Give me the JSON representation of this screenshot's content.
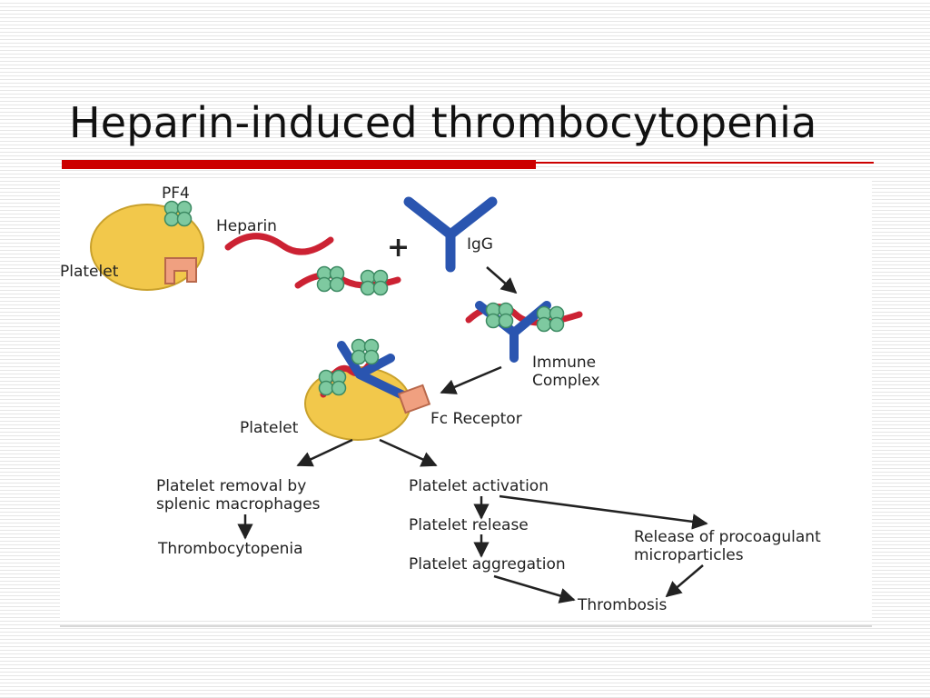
{
  "slide": {
    "title": "Heparin-induced thrombocytopenia",
    "accent_color": "#cc0000"
  },
  "diagram": {
    "labels": {
      "pf4": "PF4",
      "platelet_top": "Platelet",
      "heparin": "Heparin",
      "plus": "+",
      "igg": "IgG",
      "immune_complex_1": "Immune",
      "immune_complex_2": "Complex",
      "platelet_mid": "Platelet",
      "fc_receptor": "Fc Receptor",
      "removal_1": "Platelet removal by",
      "removal_2": "splenic macrophages",
      "thrombocytopenia": "Thrombocytopenia",
      "activation": "Platelet activation",
      "release": "Platelet release",
      "aggregation": "Platelet aggregation",
      "procoagulant_1": "Release of procoagulant",
      "procoagulant_2": "microparticles",
      "thrombosis": "Thrombosis"
    },
    "colors": {
      "platelet": "#f2c84b",
      "pf4": "#7ec9a0",
      "heparin": "#cc2233",
      "igg": "#2a55b0",
      "fc_receptor": "#f0a080",
      "arrow": "#222222"
    }
  }
}
